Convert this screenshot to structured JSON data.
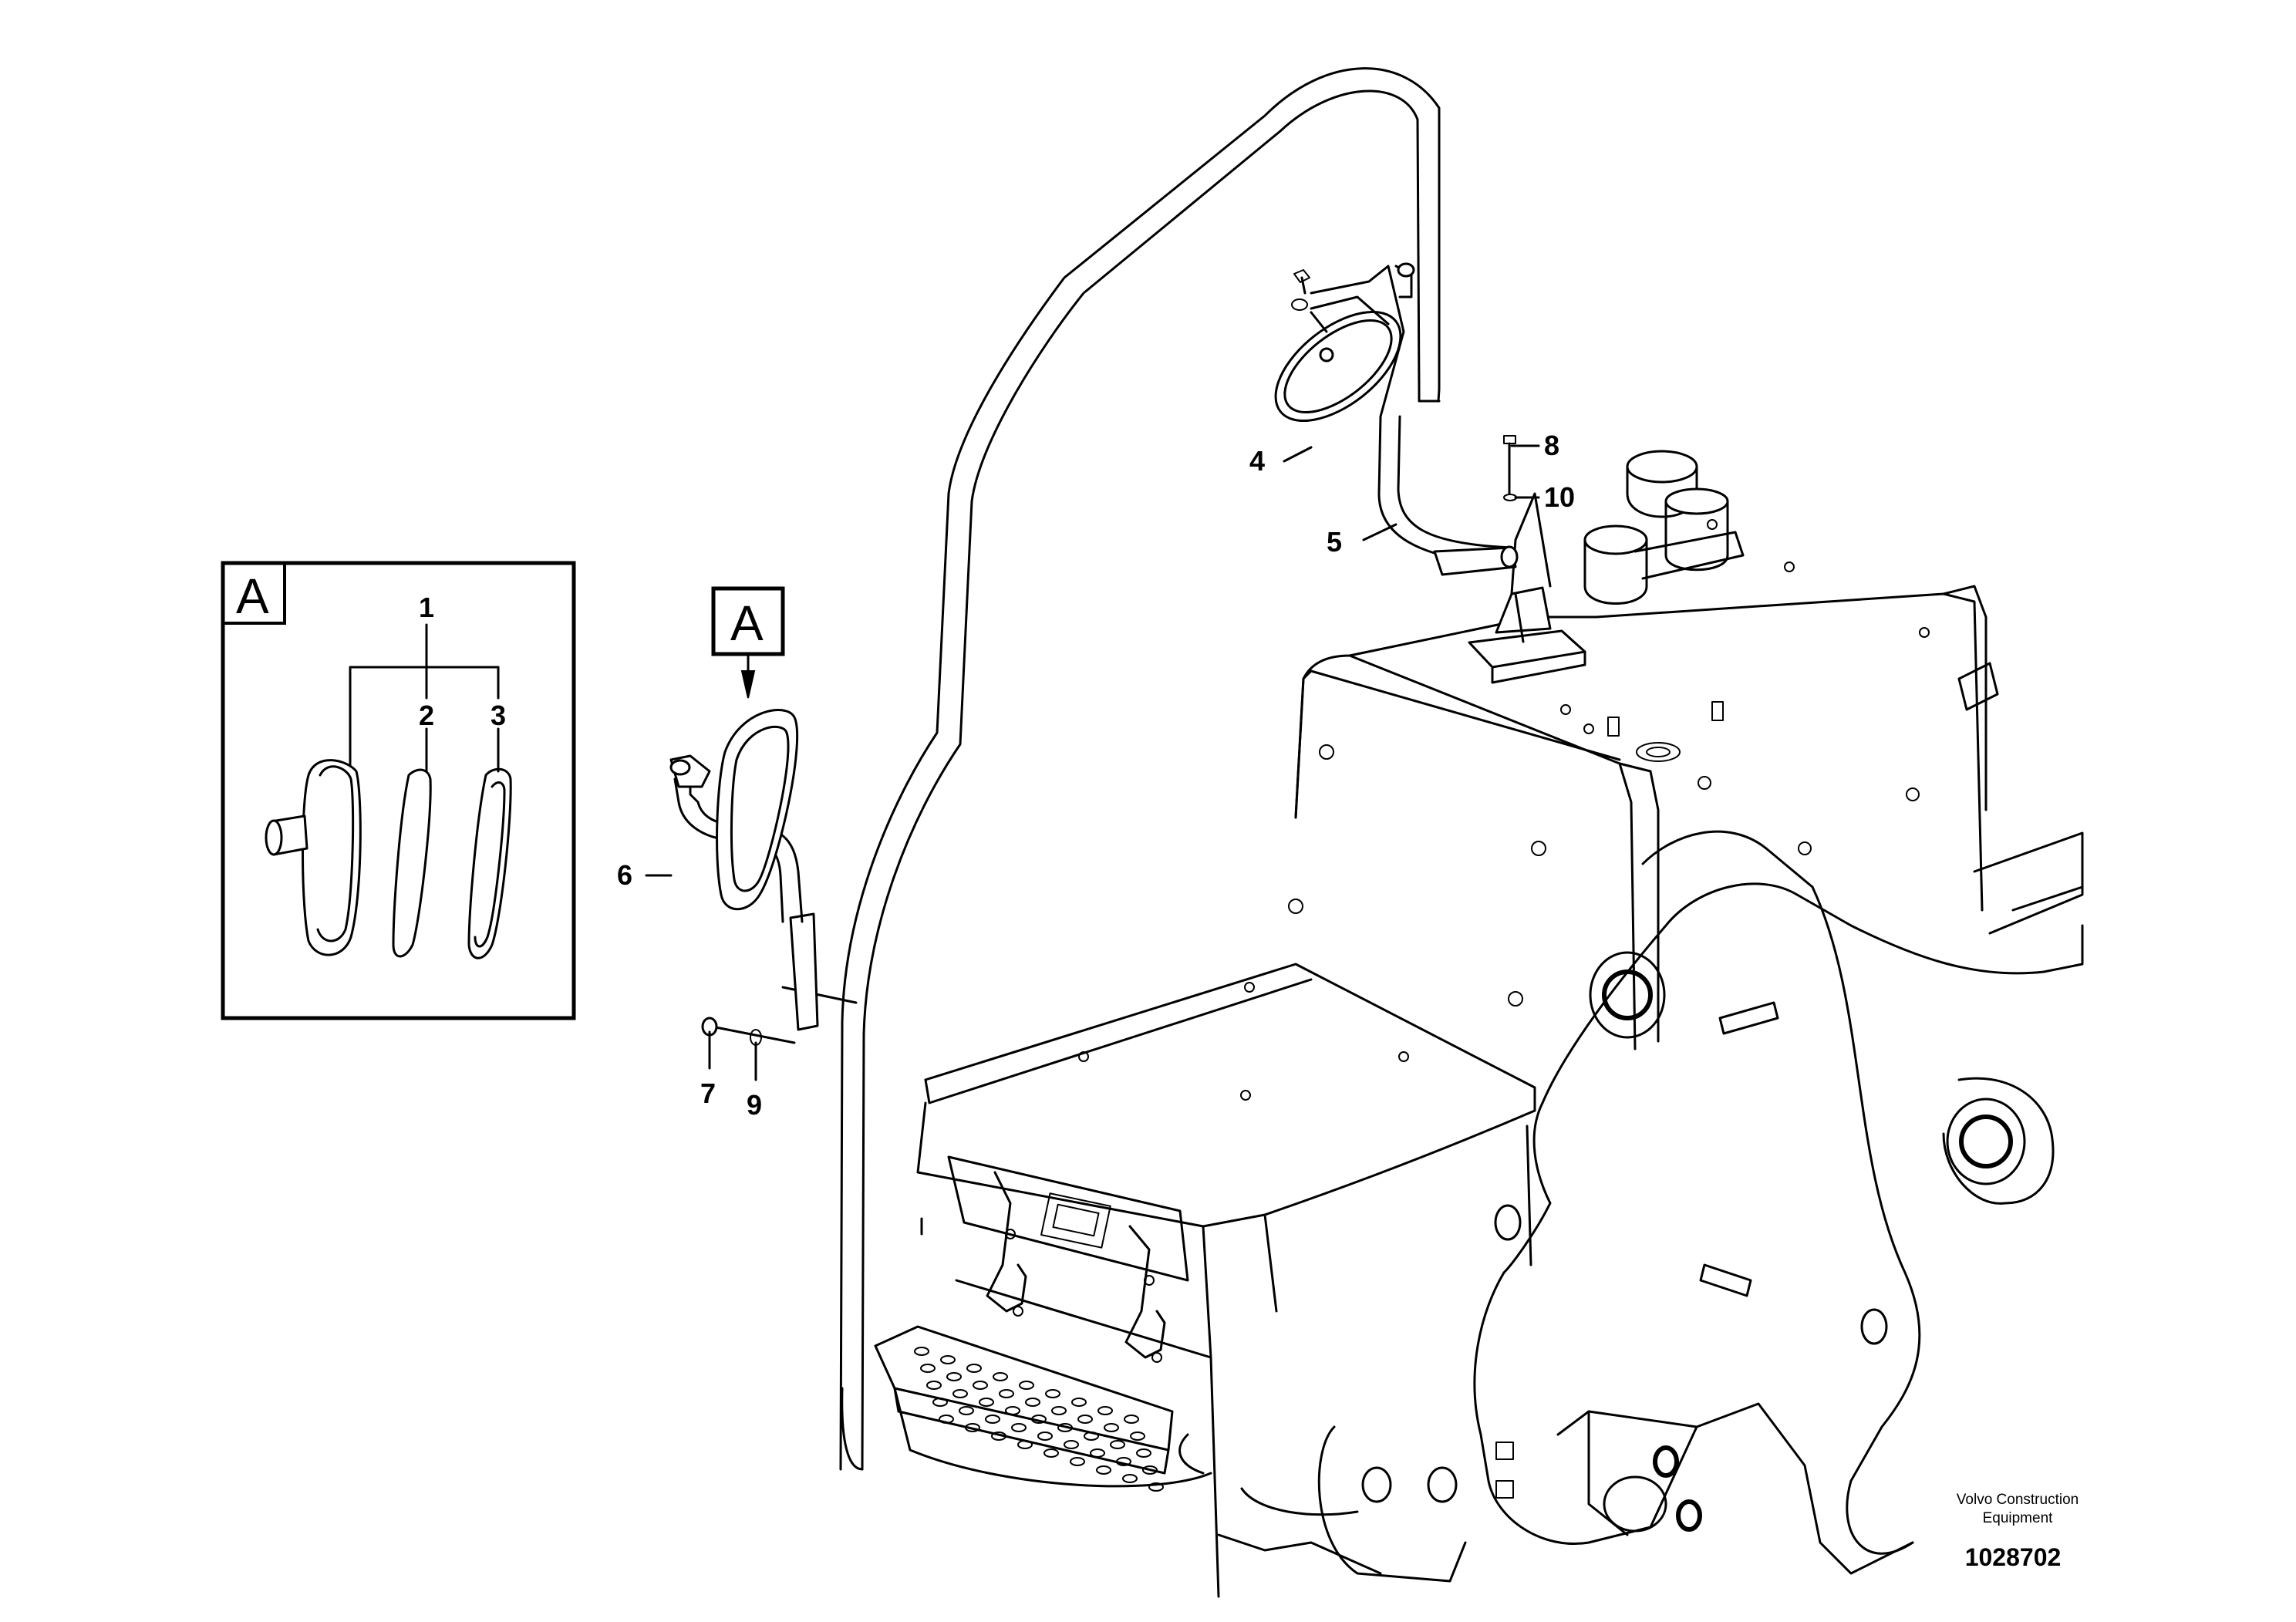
{
  "callouts": {
    "c1": "1",
    "c2": "2",
    "c3": "3",
    "c4": "4",
    "c5": "5",
    "c6": "6",
    "c7": "7",
    "c8": "8",
    "c9": "9",
    "c10": "10"
  },
  "detail_label": "A",
  "view_label": "A",
  "brand": {
    "line1": "Volvo Construction",
    "line2": "Equipment"
  },
  "drawing_number": "1028702"
}
